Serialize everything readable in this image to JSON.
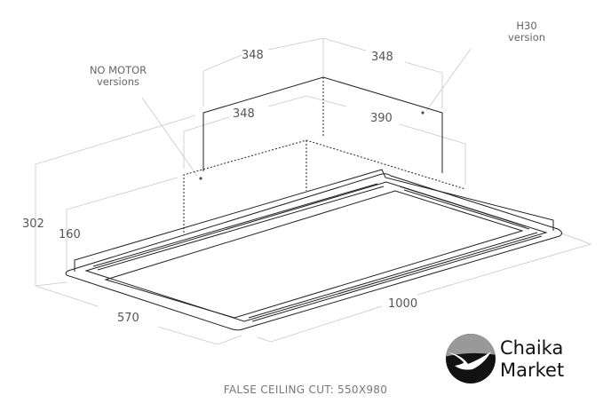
{
  "dimensions": {
    "box_top_left": "348",
    "box_top_right": "348",
    "box_mid_left": "348",
    "box_mid_right": "390",
    "total_height": "302",
    "body_height": "160",
    "depth": "570",
    "width": "1000"
  },
  "notes": {
    "no_motor_line1": "NO MOTOR",
    "no_motor_line2": "versions",
    "h30_line1": "H30",
    "h30_line2": "version"
  },
  "caption": "FALSE CEILING CUT: 550X980",
  "logo": {
    "line1": "Chaika",
    "line2": "Market",
    "colors": {
      "top": "#999999",
      "bottom": "#111111"
    }
  }
}
